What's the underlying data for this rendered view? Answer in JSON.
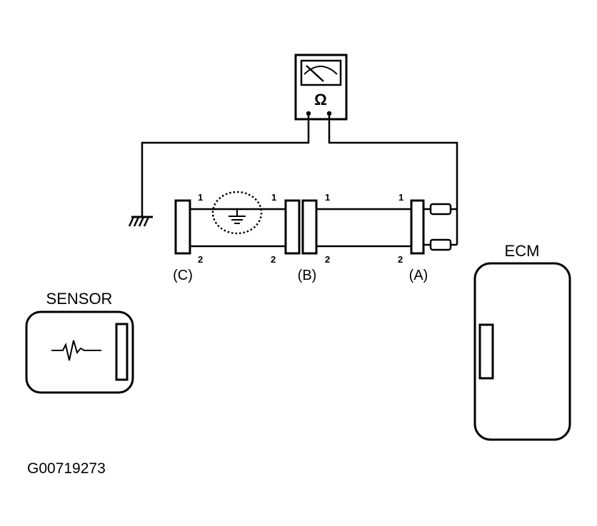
{
  "meter": {
    "symbol": "Ω",
    "icon": "ohmmeter-icon"
  },
  "connectors": {
    "a": {
      "label": "(A)",
      "pin1": "1",
      "pin2": "2"
    },
    "b": {
      "label": "(B)",
      "pin1": "1",
      "pin2": "2"
    },
    "b_right": {
      "pin1": "1",
      "pin2": "2"
    },
    "c": {
      "label": "(C)",
      "pin1": "1",
      "pin2": "2"
    }
  },
  "sensor": {
    "label": "SENSOR",
    "icon": "sensor-waveform-icon"
  },
  "ecm": {
    "label": "ECM"
  },
  "ground": {
    "icon": "chassis-ground-icon",
    "short_icon": "short-to-ground-icon"
  },
  "figure_code": "G00719273"
}
